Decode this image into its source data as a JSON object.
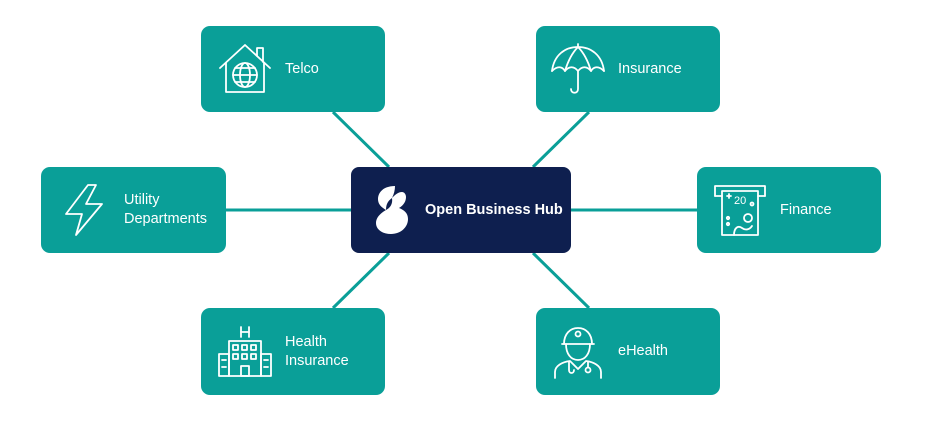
{
  "diagram": {
    "hub": {
      "label": "Open Business Hub",
      "icon": "swisscom-logo-icon"
    },
    "nodes": [
      {
        "id": "telco",
        "label": "Telco",
        "icon": "house-globe-icon"
      },
      {
        "id": "insurance",
        "label": "Insurance",
        "icon": "umbrella-icon"
      },
      {
        "id": "utility",
        "label": "Utility\nDepartments",
        "icon": "lightning-bolt-icon"
      },
      {
        "id": "finance",
        "label": "Finance",
        "icon": "atm-cash-icon"
      },
      {
        "id": "health",
        "label": "Health\nInsurance",
        "icon": "hospital-building-icon"
      },
      {
        "id": "ehealth",
        "label": "eHealth",
        "icon": "doctor-icon"
      }
    ]
  },
  "colors": {
    "node_fill": "#0a9f98",
    "hub_fill": "#0e1f4f",
    "connector": "#0a9f98",
    "text": "#ffffff"
  }
}
